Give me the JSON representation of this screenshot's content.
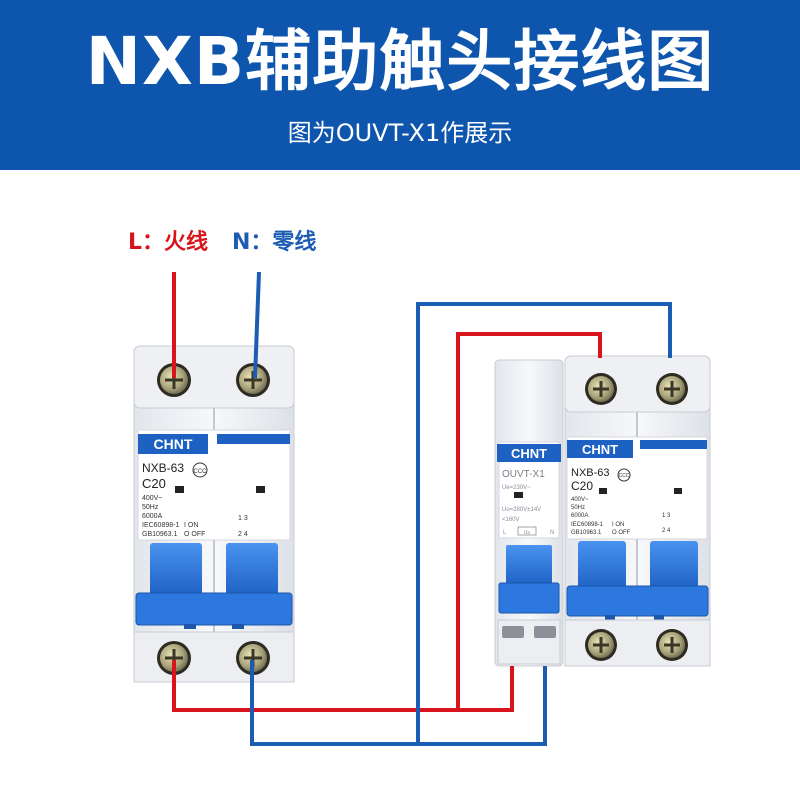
{
  "banner": {
    "title": "NXB辅助触头接线图",
    "subtitle": "图为OUVT-X1作展示"
  },
  "legend": {
    "live": "L：火线",
    "neutral": "N：零线"
  },
  "left_breaker": {
    "brand": "CHNT",
    "model": "NXB-63",
    "rating": "C20",
    "ccc": "CCC",
    "specs": [
      "400V~",
      "50Hz",
      "6000A"
    ],
    "standards": [
      "IEC60898-1",
      "GB10963.1"
    ],
    "switch_on": "I ON",
    "switch_off": "O OFF",
    "pole_marks": "1 3",
    "pole_marks_bottom": "2 4"
  },
  "aux_module": {
    "brand": "CHNT",
    "model": "OUVT-X1",
    "ue": "Ue=230V~",
    "uo": "Uo=280V±14V",
    "ulow": "<160V",
    "terminal_l": "L",
    "terminal_n": "N",
    "u_symbol": "U≥"
  },
  "right_breaker": {
    "brand": "CHNT",
    "model": "NXB-63",
    "rating": "C20",
    "ccc": "CCC",
    "specs": [
      "400V~",
      "50Hz",
      "6000A"
    ],
    "standards": [
      "IEC60898-1",
      "GB10963.1"
    ],
    "switch_on": "I ON",
    "switch_off": "O OFF",
    "pole_marks": "1 3",
    "pole_marks_bottom": "2 4"
  },
  "colors": {
    "banner": "#0e56ad",
    "live_wire": "#d8141c",
    "neutral_wire": "#1c5cb3",
    "breaker_body": "#f1f3f6",
    "handle": "#2f7ae0"
  }
}
